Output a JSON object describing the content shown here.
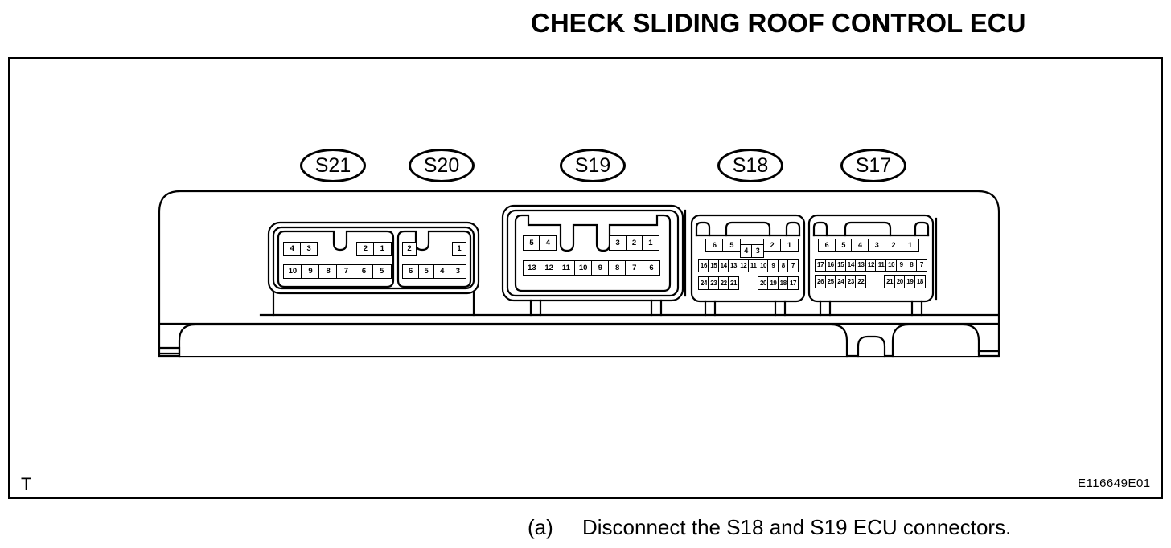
{
  "title": "CHECK SLIDING ROOF CONTROL ECU",
  "figure": {
    "corner_label": "T",
    "figure_code": "E116649E01"
  },
  "caption": {
    "index": "(a)",
    "text": "Disconnect the S18 and S19 ECU connectors."
  },
  "diagram": {
    "description": "Rear view of sliding roof control ECU showing connectors S21, S20, S19, S18 and S17",
    "line_color": "#000000",
    "background_color": "#ffffff"
  },
  "connectors": [
    {
      "id": "S21",
      "label": "S21",
      "rows": [
        [
          "4",
          "3",
          {
            "gap": true
          },
          "2",
          "1"
        ],
        [
          "10",
          "9",
          "8",
          "7",
          "6",
          "5"
        ]
      ]
    },
    {
      "id": "S20",
      "label": "S20",
      "rows": [
        [
          "2",
          {
            "gap": true
          },
          "1"
        ],
        [
          "6",
          "5",
          "4",
          "3"
        ]
      ]
    },
    {
      "id": "S19",
      "label": "S19",
      "rows": [
        [
          "5",
          "4",
          {
            "gap": true
          },
          "3",
          "2",
          "1"
        ],
        [
          "13",
          "12",
          "11",
          "10",
          "9",
          "8",
          "7",
          "6"
        ]
      ]
    },
    {
      "id": "S18",
      "label": "S18",
      "rows": [
        [
          "6",
          "5",
          {
            "t": "4",
            "v": "key"
          },
          {
            "t": "3",
            "v": "key"
          },
          "2",
          "1"
        ],
        [
          "16",
          "15",
          "14",
          "13",
          "12",
          "11",
          "10",
          "9",
          "8",
          "7"
        ],
        [
          "24",
          "23",
          "22",
          "21",
          {
            "gap": true
          },
          "20",
          "19",
          "18",
          "17"
        ]
      ]
    },
    {
      "id": "S17",
      "label": "S17",
      "rows": [
        [
          "6",
          "5",
          "4",
          "3",
          "2",
          "1"
        ],
        [
          "17",
          "16",
          "15",
          "14",
          "13",
          "12",
          "11",
          "10",
          "9",
          "8",
          "7"
        ],
        [
          "26",
          "25",
          "24",
          "23",
          "22",
          {
            "gap": true
          },
          "21",
          "20",
          "19",
          "18"
        ]
      ]
    }
  ]
}
